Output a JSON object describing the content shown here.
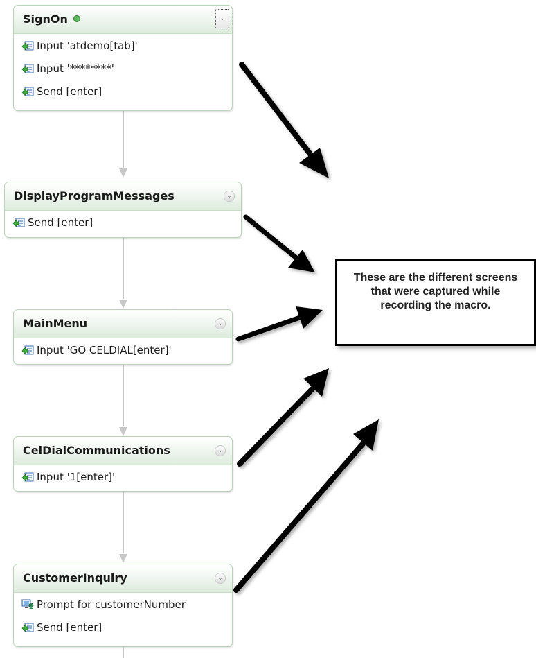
{
  "nodes": [
    {
      "title": "SignOn",
      "status": "active",
      "steps": [
        {
          "icon": "input-icon",
          "label": "Input 'atdemo[tab]'"
        },
        {
          "icon": "input-icon",
          "label": "Input '********'"
        },
        {
          "icon": "input-icon",
          "label": "Send [enter]"
        }
      ]
    },
    {
      "title": "DisplayProgramMessages",
      "steps": [
        {
          "icon": "input-icon",
          "label": "Send [enter]"
        }
      ]
    },
    {
      "title": "MainMenu",
      "steps": [
        {
          "icon": "input-icon",
          "label": "Input 'GO CELDIAL[enter]'"
        }
      ]
    },
    {
      "title": "CelDialCommunications",
      "steps": [
        {
          "icon": "input-icon",
          "label": "Input '1[enter]'"
        }
      ]
    },
    {
      "title": "CustomerInquiry",
      "steps": [
        {
          "icon": "prompt-icon",
          "label": "Prompt for customerNumber"
        },
        {
          "icon": "input-icon",
          "label": "Send [enter]"
        }
      ]
    }
  ],
  "callout": {
    "text": "These are the different screens that were captured while recording the macro."
  },
  "colors": {
    "node_border": "#b9d3b9",
    "header_gradient_end": "#dcebdc",
    "connector": "#c8c8c8",
    "status_dot": "#5cb85c",
    "arrow": "#000000"
  }
}
